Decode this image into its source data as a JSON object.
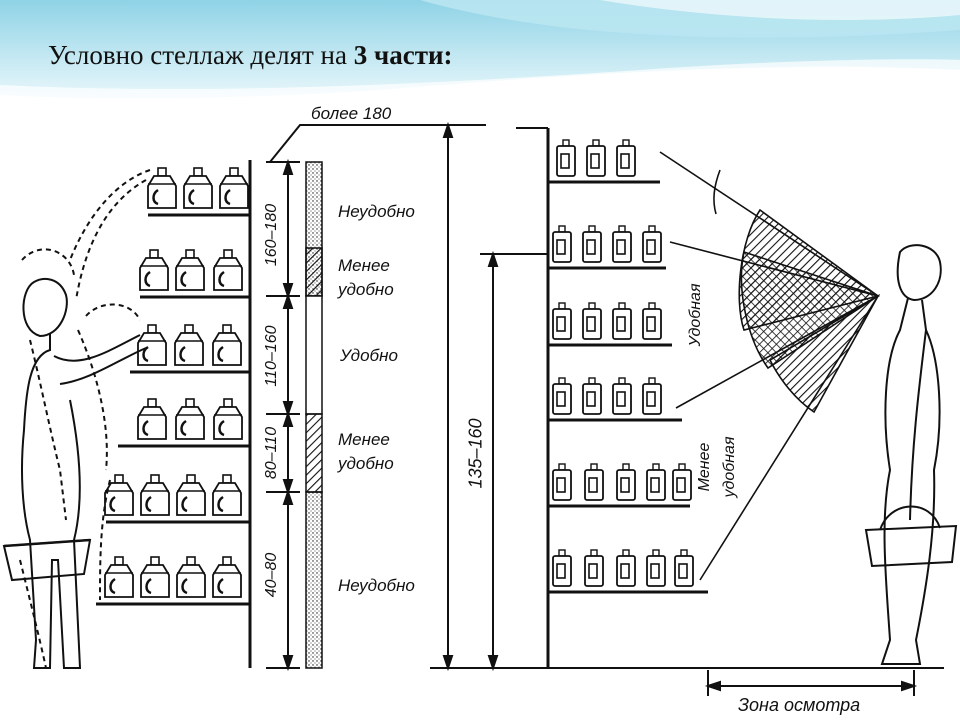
{
  "title": {
    "prefix": "Условно стеллаж делят на ",
    "bold": "3 части:"
  },
  "left_rack": {
    "top_label": "более 180",
    "zones": [
      {
        "range": "160–180",
        "label": "Неудобно"
      },
      {
        "range": "110–160",
        "label_line1": "Менее",
        "label_line2": "удобно"
      },
      {
        "range": "80–110",
        "label": "Удобно"
      },
      {
        "range": "40–80",
        "label_line1": "Менее",
        "label_line2": "удобно"
      },
      {
        "label": "Неудобно"
      }
    ]
  },
  "right_rack": {
    "height_range": "135–160",
    "convenient": "Удобная",
    "less_convenient_line1": "Менее",
    "less_convenient_line2": "удобная",
    "inspection_zone": "Зона осмотра"
  }
}
